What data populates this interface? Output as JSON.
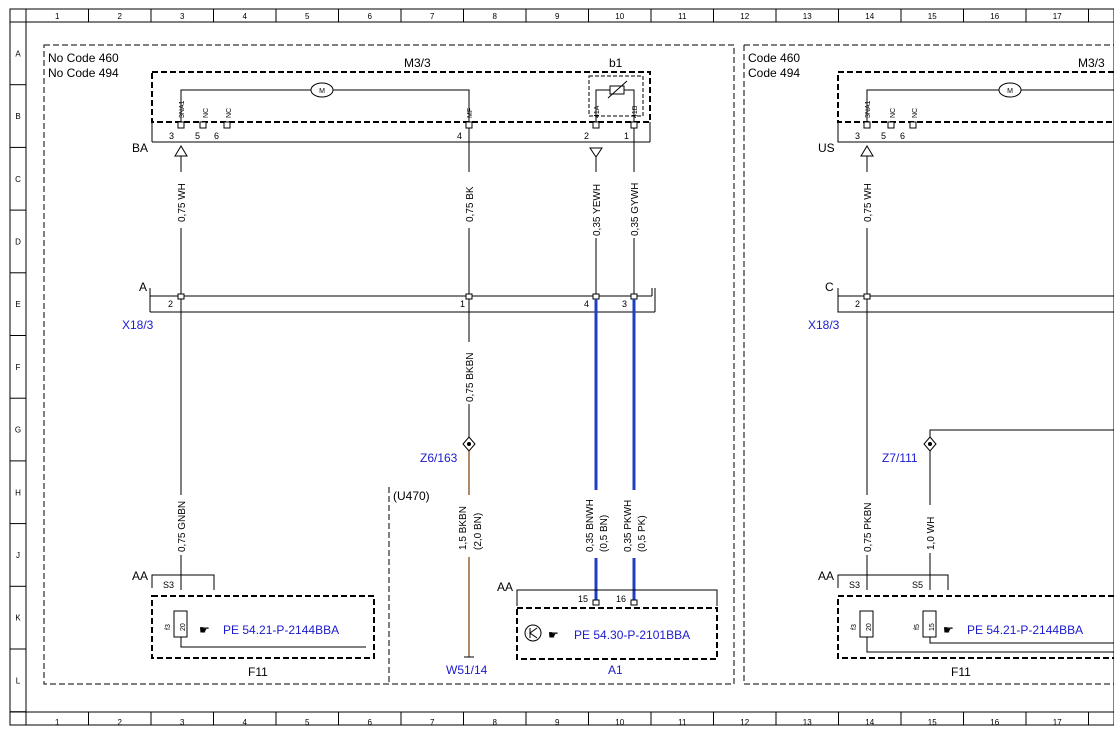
{
  "grid": {
    "columns": [
      "1",
      "2",
      "3",
      "4",
      "5",
      "6",
      "7",
      "8",
      "9",
      "10",
      "11",
      "12",
      "13",
      "14",
      "15",
      "16",
      "17"
    ],
    "rows": [
      "A",
      "B",
      "C",
      "D",
      "E",
      "F",
      "G",
      "H",
      "J",
      "K",
      "L"
    ]
  },
  "left_section": {
    "code_line1": "No Code 460",
    "code_line2": "No Code 494",
    "component": "M3/3",
    "sensor": "b1",
    "motor_symbol": "M",
    "pin_labels": {
      "p3": "3NA1",
      "p5": "NC",
      "p6": "NC",
      "p4": "MF",
      "p2": "41A",
      "p1": "41B"
    },
    "pins": {
      "p3": "3",
      "p5": "5",
      "p6": "6",
      "p4": "4",
      "p2": "2",
      "p1": "1"
    },
    "connector_top": "BA",
    "wires_top": [
      "0,75 WH",
      "0,75 BK",
      "0,35 YEWH",
      "0,35 GYWH"
    ],
    "connector_mid": "A",
    "connector_mid_name": "X18/3",
    "mid_pins": [
      "2",
      "1",
      "4",
      "3"
    ],
    "wire_bkbn": "0,75 BKBN",
    "splice": "Z6/163",
    "u_code": "(U470)",
    "wire_gnbn": "0,75 GNBN",
    "wire_15bkbn_1": "1,5 BKBN",
    "wire_15bkbn_2": "(2,0 BN)",
    "wire_bnwh_1": "0,35 BNWH",
    "wire_bnwh_2": "(0,5 BN)",
    "wire_pkwh_1": "0,35 PKWH",
    "wire_pkwh_2": "(0,5 PK)",
    "fuse_conn": "AA",
    "fuse_pin": "S3",
    "fuse_label": "f3",
    "fuse_value": "20",
    "fuse_ref": "PE 54.21-P-2144BBA",
    "fuse_box": "F11",
    "ground": "W51/14",
    "module_conn": "AA",
    "module_pins": [
      "15",
      "16"
    ],
    "module_ref": "PE 54.30-P-2101BBA",
    "module": "A1"
  },
  "right_section": {
    "code_line1": "Code 460",
    "code_line2": "Code 494",
    "component": "M3/3",
    "motor_symbol": "M",
    "pin_labels": {
      "p3": "3NA1",
      "p5": "NC",
      "p6": "NC"
    },
    "pins": {
      "p3": "3",
      "p5": "5",
      "p6": "6"
    },
    "connector_top": "US",
    "wire_top": "0,75 WH",
    "connector_mid": "C",
    "connector_mid_name": "X18/3",
    "mid_pin": "2",
    "splice": "Z7/111",
    "wire_pkbn": "0,75 PKBN",
    "wire_wh": "1,0 WH",
    "fuse_conn": "AA",
    "fuse_pin1": "S3",
    "fuse_pin2": "S5",
    "fuse1_label": "f3",
    "fuse1_value": "20",
    "fuse2_label": "f5",
    "fuse2_value": "15",
    "fuse_ref": "PE 54.21-P-2144BBA",
    "fuse_box": "F11"
  },
  "colors": {
    "blue_wire": "#1f3fbf",
    "brown_wire": "#b08a68",
    "link_text": "#1a1ad0"
  }
}
